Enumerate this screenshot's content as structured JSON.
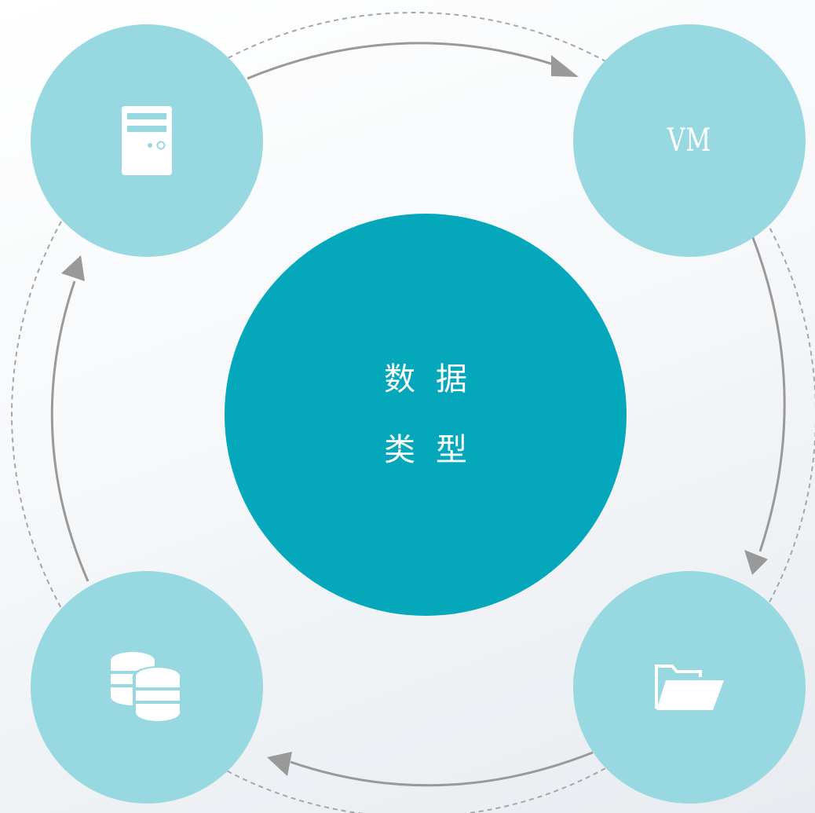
{
  "center": {
    "line1": "数据",
    "line2": "类型"
  },
  "nodes": [
    {
      "id": "server",
      "icon": "server-icon",
      "label": ""
    },
    {
      "id": "vm",
      "icon": "",
      "label": "VM"
    },
    {
      "id": "folder",
      "icon": "folder-open-icon",
      "label": ""
    },
    {
      "id": "database",
      "icon": "database-icon",
      "label": ""
    }
  ],
  "flow": [
    "server",
    "vm",
    "folder",
    "database",
    "server"
  ],
  "colors": {
    "center_fill": "#05a8bb",
    "node_fill": "#97d8e1",
    "icon": "#ffffff",
    "arrow": "#999999",
    "dashed_ring": "#a6a6a6",
    "background_light": "#ffffff",
    "background_dark": "#e8ecf0"
  }
}
